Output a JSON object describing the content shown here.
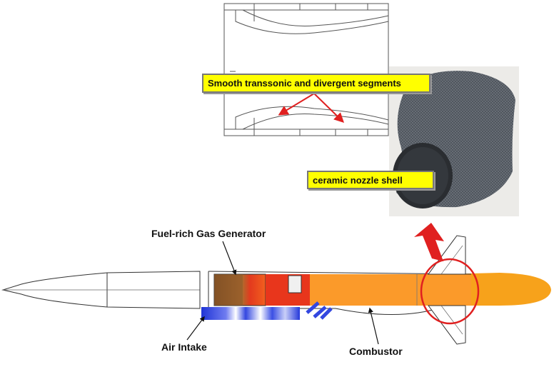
{
  "labels": {
    "segments": "Smooth transsonic and divergent segments",
    "shell": "ceramic nozzle shell",
    "gas_generator": "Fuel-rich Gas Generator",
    "air_intake": "Air Intake",
    "combustor": "Combustor"
  },
  "colors": {
    "callout_fill": "#ffff00",
    "arrow_red": "#e02020",
    "exhaust_orange": "#f7a21b",
    "combustor_orange": "#fb9a2a",
    "intake_blue": "#2a3ddc",
    "grain_brown": "#8a5a2b"
  }
}
